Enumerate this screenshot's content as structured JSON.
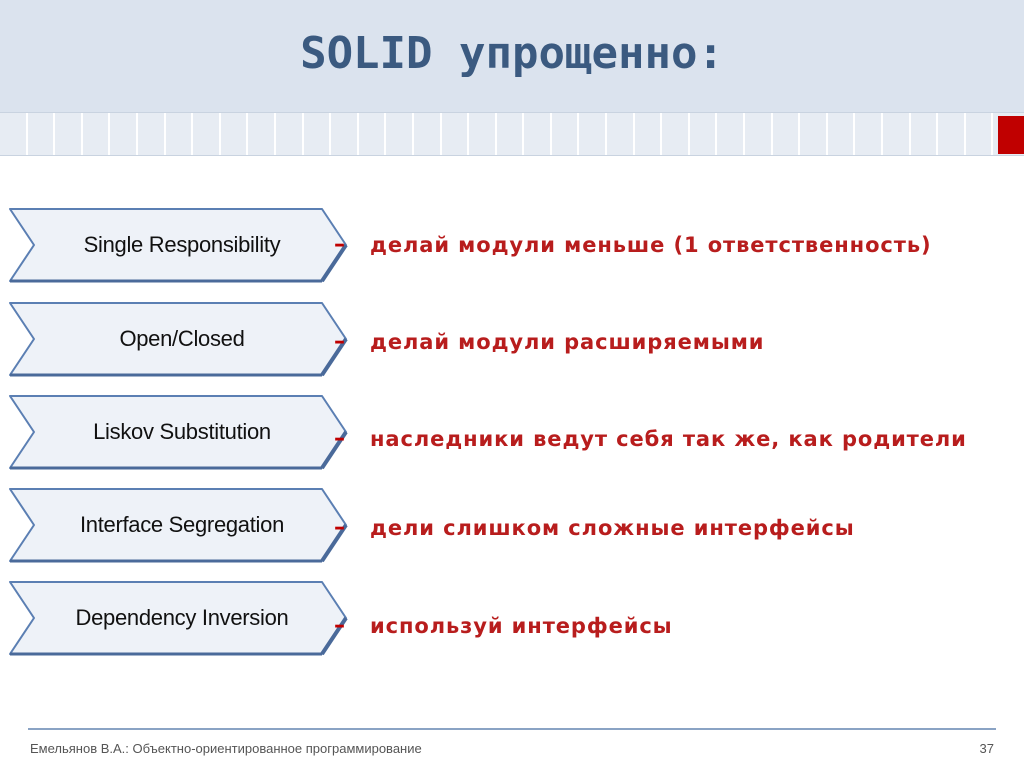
{
  "title": "SOLID упрощенно:",
  "principles": [
    {
      "name": "Single Responsibility",
      "dash": "–",
      "description": "делай модули меньше (1 ответственность)"
    },
    {
      "name": "Open/Closed",
      "dash": "–",
      "description": "делай модули расширяемыми"
    },
    {
      "name": "Liskov Substitution",
      "dash": "–",
      "description": "наследники ведут себя так же, как родители"
    },
    {
      "name": "Interface Segregation",
      "dash": "–",
      "description": "дели слишком сложные интерфейсы"
    },
    {
      "name": "Dependency Inversion",
      "dash": "–",
      "description": "используй интерфейсы"
    }
  ],
  "footer": {
    "text": "Емельянов В.А.: Объектно-ориентированное программирование",
    "page": "37"
  },
  "colors": {
    "title": "#3b5a80",
    "accent_red": "#c00000",
    "description": "#b81d1d",
    "chevron_fill": "#eef2f8",
    "chevron_stroke": "#5b7fb3"
  }
}
